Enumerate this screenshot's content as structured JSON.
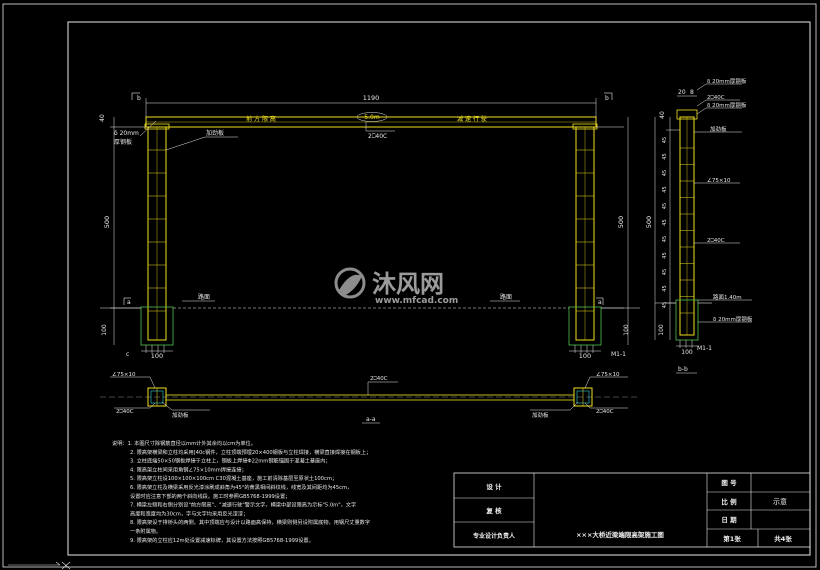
{
  "drawing": {
    "elevation": {
      "span": "1190",
      "height_left": "500",
      "height_right": "500",
      "top_thick": "40",
      "base_left": "100",
      "base_right": "100",
      "foot_left": "100",
      "foot_right": "100",
      "sign_left": "前 方 限 高",
      "sign_limit": "5.0m",
      "sign_right": "减 速 行 驶",
      "beam_label": "2⎕40C",
      "plate_label_1": "δ 20mm",
      "plate_label_2": "厚钢板",
      "stiffener": "加劲板",
      "road_left": "路面",
      "road_right": "路面",
      "sec_mark_a": "a",
      "sec_mark_b": "b",
      "sec_mark_c": "c",
      "m1": "M1-1"
    },
    "side": {
      "w1": "20",
      "w2": "8",
      "height": "500",
      "top": "40",
      "base": "100",
      "foot": "100",
      "seg_values": [
        "45",
        "45",
        "45",
        "45",
        "45",
        "45",
        "45",
        "45",
        "45",
        "45",
        "45"
      ],
      "plate_top": "δ 20mm厚钢板",
      "channel": "2⎕40C",
      "plate_mid": "δ 20mm厚钢板",
      "stiffener": "加劲板",
      "angle": "∠75×10",
      "channel2": "2⎕40C",
      "road": "路面1.40m",
      "plate_bot": "δ 20mm厚钢板",
      "m1": "M1-1",
      "title": "b-b"
    },
    "plan": {
      "angle_left": "∠75×10",
      "angle_right": "∠75×10",
      "channel_left": "2⎕40C",
      "channel_right": "2⎕40C",
      "beam": "2⎕40C",
      "stiffener_left": "加劲板",
      "stiffener_right": "加劲板",
      "title": "a-a"
    },
    "watermark": {
      "cn": "沐风网",
      "url": "www.mfcad.com"
    }
  },
  "notes": [
    "说明：1. 本图尺寸除钢筋直径以mm计外其余均以cm为单位。",
    "2. 限高架横梁和立柱均采用[40c钢件，立柱顶端预埋20×400钢板与立柱焊接，横梁直接焊接在钢板上；",
    "3. 立柱底端50×50钢板焊接于立柱上，钢板上焊接Φ22mm钢筋锚固于混凝土基座内；",
    "4. 限高架立柱间采用角钢∠75×10mm焊接连接；",
    "5. 限高架立柱设100×100×100cm C30混凝土基座，施工前清除基层至原状土100cm；",
    "6. 限高架立柱及横梁采用反光漆涂刷成斜角为45°的黄黑相间斜纹线，线宽及其间距均为45cm，",
    "   设置时应注意下部的两个斜向线段。施工时参照GB5768-1999设置；",
    "7. 横梁左侧和右侧分别设\"前方限高\"、\"减速行驶\"警示文字，横梁中部设限高为示标\"5.0m\"，文字",
    "   高度和宽度均为30cm，字与文字均采用反光漆漆；",
    "8. 限高架设于排桥头的两侧，其中顶端应与设计以路面高保持，横梁则侧另设附属底物，用钢尺丈量数字",
    "   一条附属物。",
    "9. 限高架的立柱应12m处设置减速标牌，其设置方法按照GB5768-1999设置。"
  ],
  "title_block": {
    "design": "设 计",
    "review": "复 核",
    "chief": "专业设计负责人",
    "drawing_title": "×××大桥近梁端限高架施工图",
    "fig_no_label": "图 号",
    "scale_label": "比 例",
    "scale_value": "示意",
    "date_label": "日 期",
    "sheet": "第1张",
    "total": "共4张"
  }
}
